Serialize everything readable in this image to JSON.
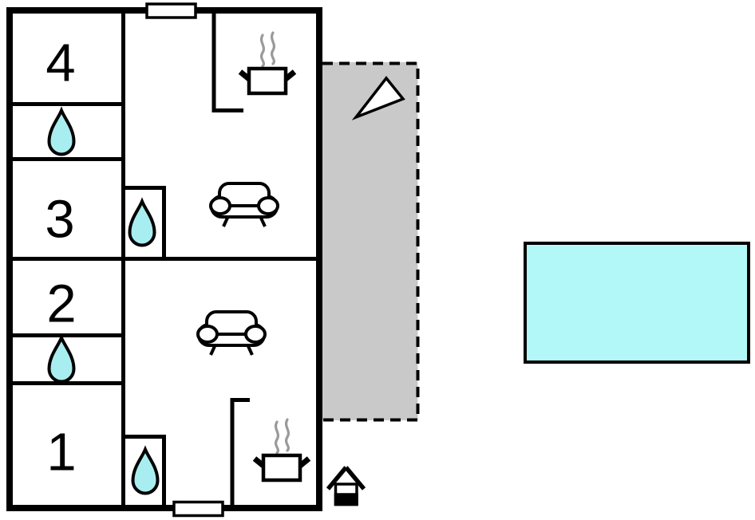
{
  "plan": {
    "type": "floor-plan",
    "rooms": [
      {
        "number": "4"
      },
      {
        "number": "3"
      },
      {
        "number": "2"
      },
      {
        "number": "1"
      }
    ],
    "icon_names": [
      "water-drop-icon",
      "sofa-icon",
      "stove-icon",
      "north-arrow-icon",
      "outbuilding-icon"
    ],
    "areas": [
      "terrace",
      "pool"
    ]
  },
  "colors": {
    "wall": "#000000",
    "water_drop": "#a8eef0",
    "pool": "#b3f8f8",
    "terrace": "#c9c9c9",
    "steam": "#9a9a9a",
    "door": "#ffffff"
  }
}
